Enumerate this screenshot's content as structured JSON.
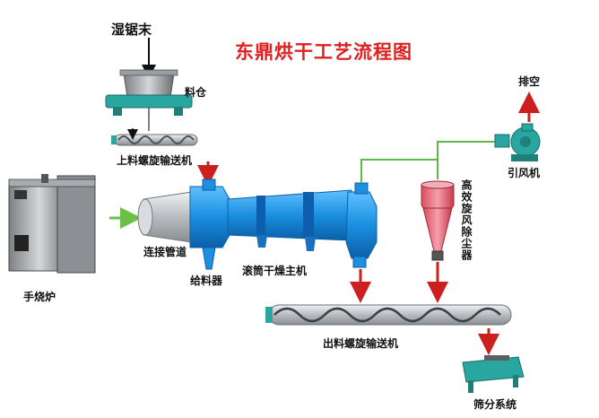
{
  "title": "东鼎烘干工艺流程图",
  "labels": {
    "material": "湿锯末",
    "hopper": "料仓",
    "feed_screw": "上料螺旋输送机",
    "furnace": "手烧炉",
    "connector_pipe": "连接管道",
    "feeder": "给料器",
    "dryer": "滚筒干燥主机",
    "cyclone": "高效旋风除尘器",
    "fan": "引风机",
    "exhaust": "排空",
    "discharge_screw": "出料螺旋输送机",
    "screening": "筛分系统"
  },
  "colors": {
    "title": "#e02020",
    "flow_arrow": "#cc1f1f",
    "hot_air_arrow": "#6cc04a",
    "air_duct": "#5fb84a",
    "dryer_body": "#1e8fe0",
    "equipment_teal": "#2aa6a0",
    "cyclone": "#e06070"
  }
}
